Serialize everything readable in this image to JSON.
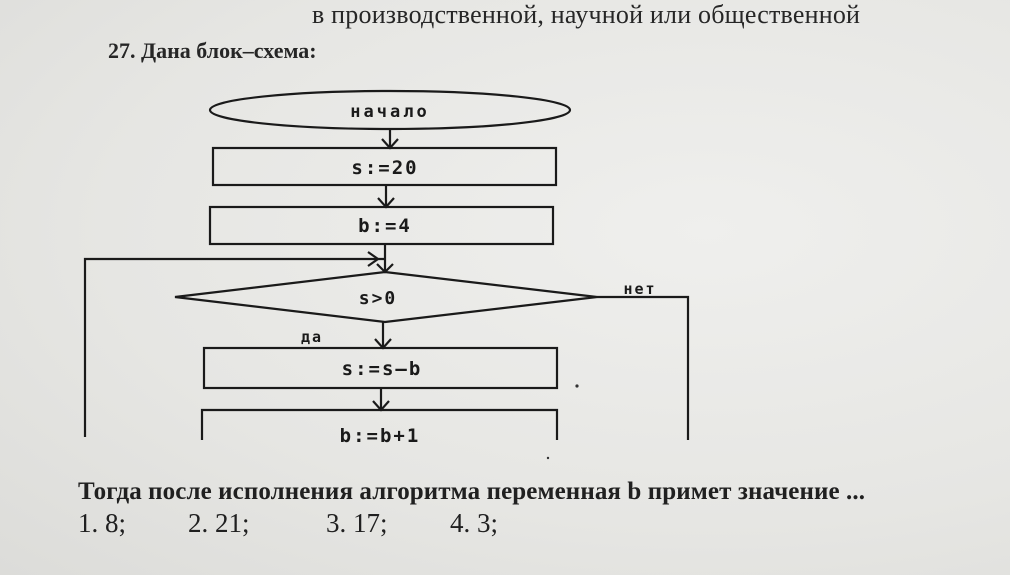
{
  "header_text": "в производственной, научной или общественной",
  "task": {
    "title": "27. Дана блок–схема:",
    "question": "Тогда после исполнения алгоритма переменная b примет значение ...",
    "answers": [
      "1. 8;",
      "2. 21;",
      "3. 17;",
      "4. 3;"
    ]
  },
  "flowchart": {
    "start": "начало",
    "step1": "s:=20",
    "step2": "b:=4",
    "condition": "s>0",
    "branch_no": "нет",
    "branch_yes": "да",
    "step3": "s:=s–b",
    "step4": "b:=b+1"
  }
}
